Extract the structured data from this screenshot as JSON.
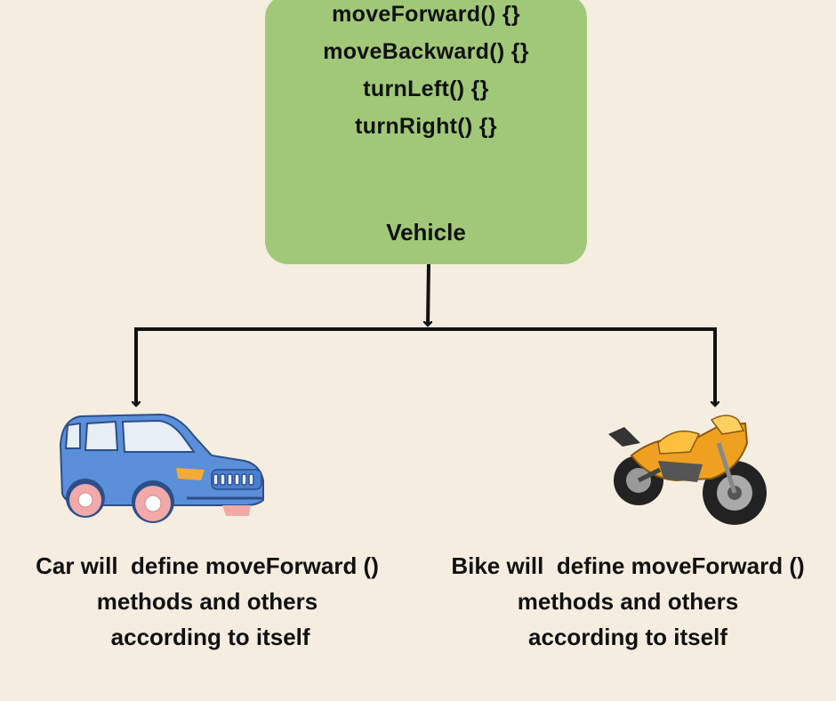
{
  "vehicle": {
    "methods": [
      "moveForward() {}",
      "moveBackward() {}",
      "turnLeft() {}",
      "turnRight() {}"
    ],
    "title": "Vehicle"
  },
  "car": {
    "caption_lines": [
      "Car will  define moveForward ()",
      "methods and others",
      " according to itself"
    ],
    "colors": {
      "body": "#5b8fd9",
      "window": "#e8eef6",
      "tire": "#f2a9a9",
      "light": "#f6a93b"
    }
  },
  "bike": {
    "caption_lines": [
      "Bike will  define moveForward ()",
      "methods and others",
      "according to itself"
    ],
    "colors": {
      "body": "#f0a020",
      "tire": "#222222"
    }
  },
  "colors": {
    "background": "#f5ede0",
    "box": "#a0c878",
    "line": "#111111"
  }
}
